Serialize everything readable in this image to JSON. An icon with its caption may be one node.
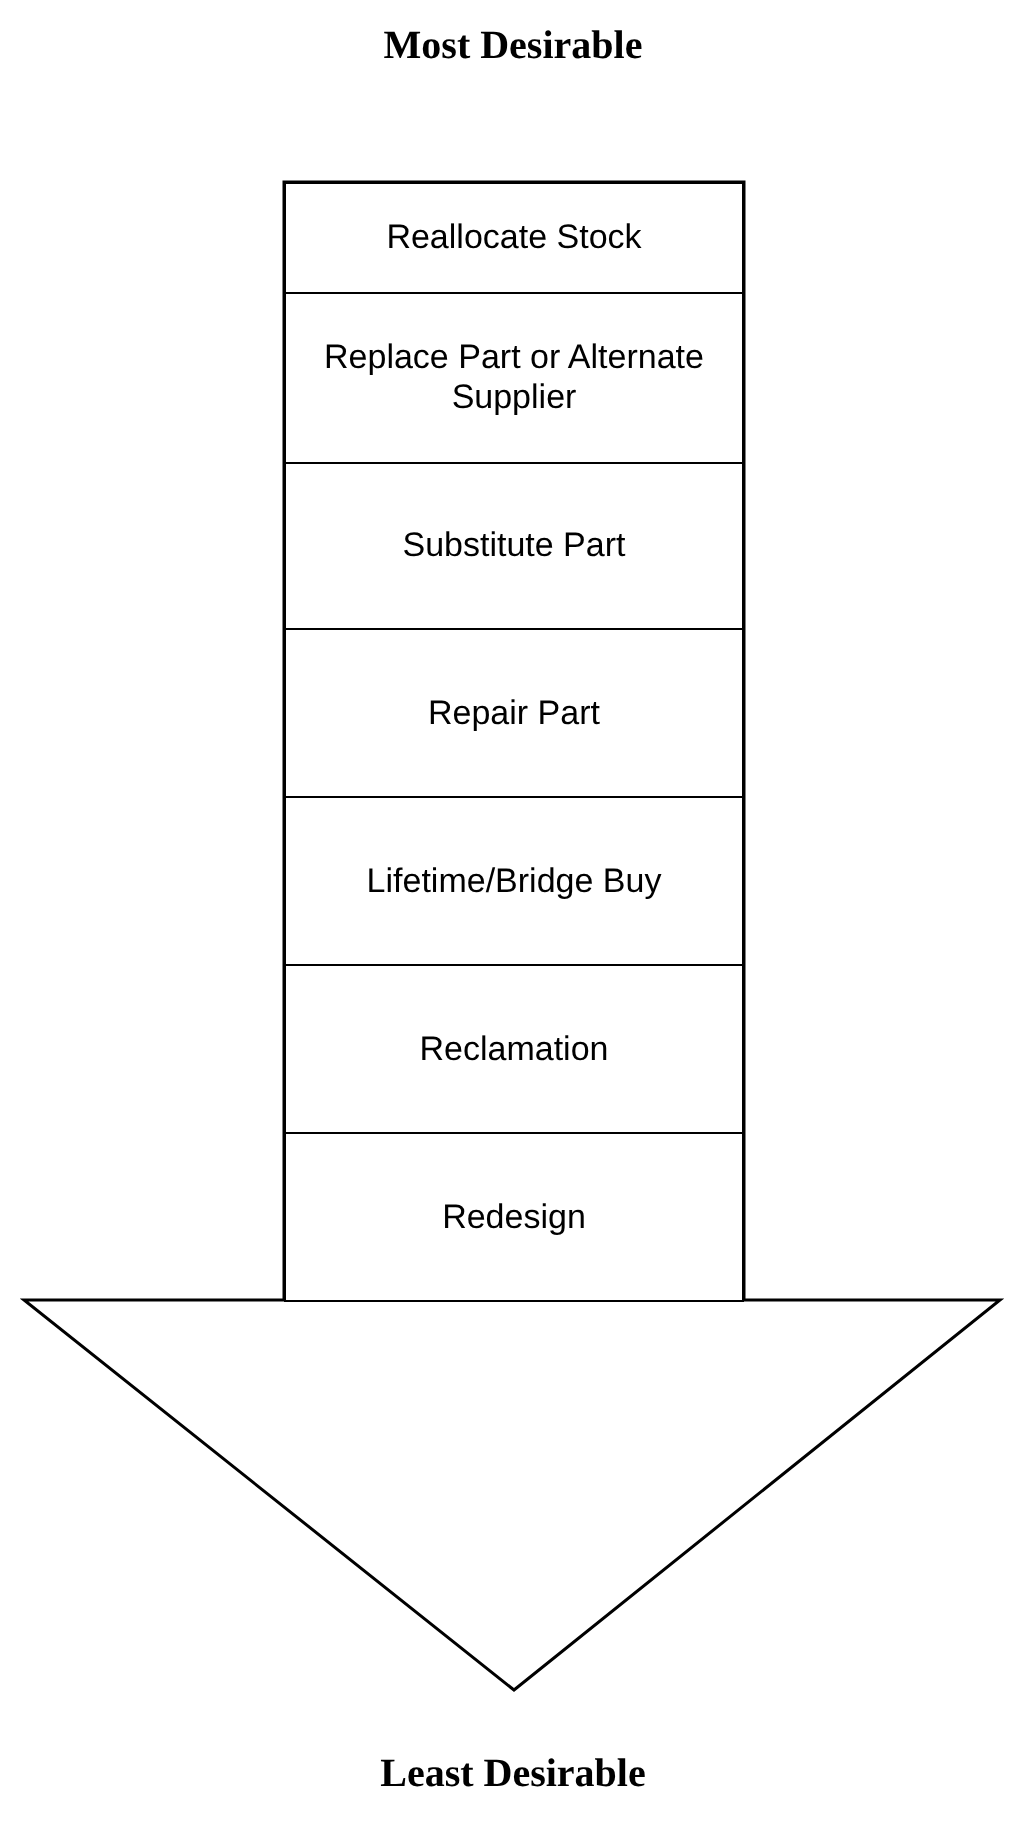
{
  "diagram": {
    "title": "Most Desirable",
    "caption": "Least Desirable",
    "nodes": [
      {
        "text": [
          "Reallocate Stock"
        ]
      },
      {
        "text": [
          "Replace Part or Alternate Supplier"
        ]
      },
      {
        "text": [
          "Substitute Part"
        ]
      },
      {
        "text": [
          "Repair Part"
        ]
      },
      {
        "text": [
          "Lifetime/Bridge Buy"
        ]
      },
      {
        "text": [
          "Reclamation"
        ]
      },
      {
        "text": [
          "Redesign"
        ]
      }
    ]
  }
}
